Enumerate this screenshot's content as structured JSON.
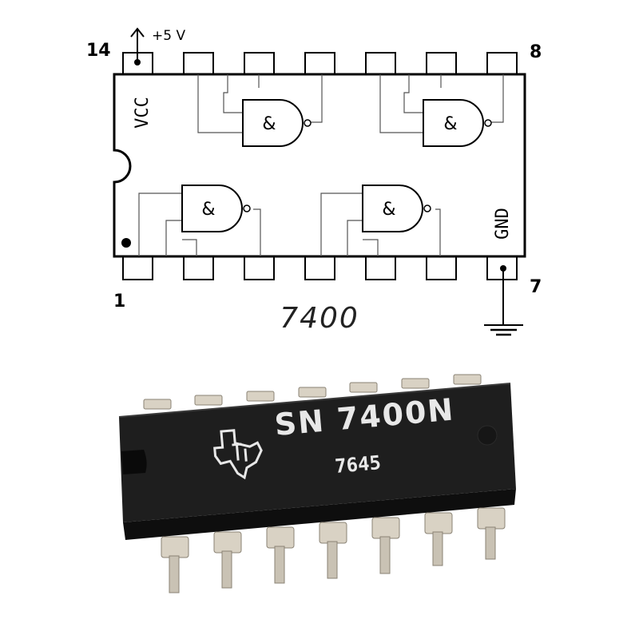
{
  "pinout": {
    "pin_vcc_number": "14",
    "pin_8_number": "8",
    "pin_1_number": "1",
    "pin_gnd_number": "7",
    "supply_label": "+5 V",
    "vcc_label": "VCC",
    "gnd_label": "GND",
    "gate_symbol": "&",
    "part_number": "7400",
    "gate_count": 4
  },
  "chip_photo": {
    "marking_line1": "SN 7400N",
    "marking_line2": "7645",
    "logo": "texas-instruments-logo",
    "pins_per_side": 7
  },
  "colors": {
    "line": "#000000",
    "wire": "#555555",
    "chip_body": "#1c1c1c",
    "chip_marking": "#e8e8e8",
    "pin_metal": "#d9d2c4"
  }
}
